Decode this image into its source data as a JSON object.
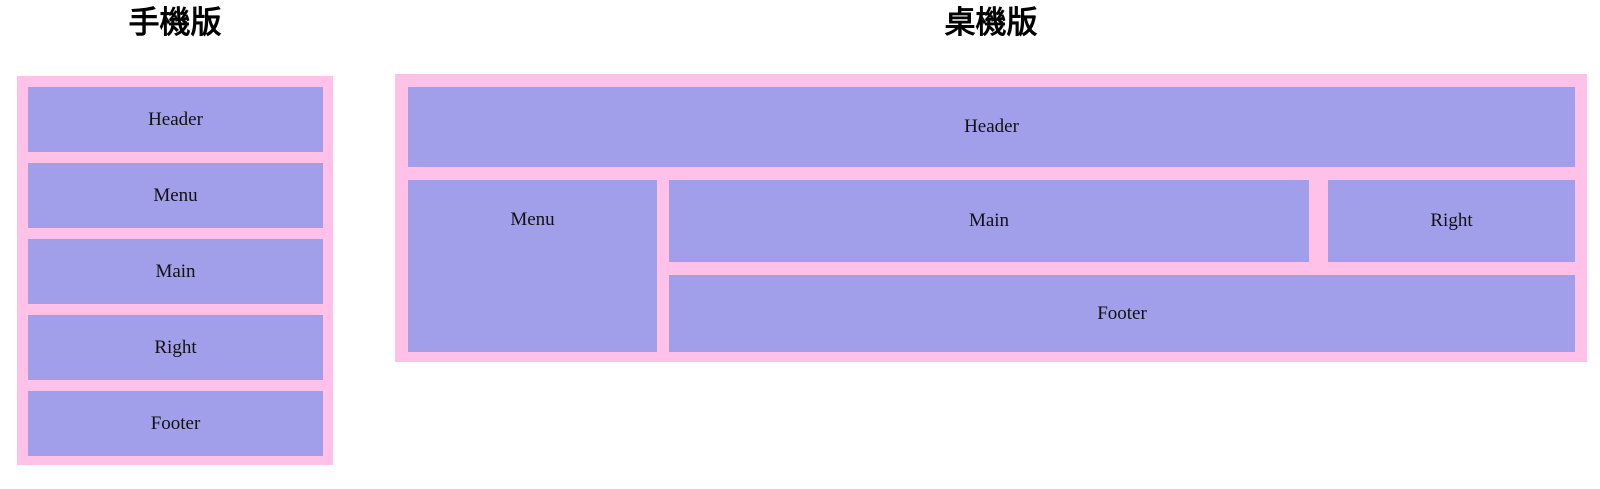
{
  "colors": {
    "container_pink": "#ffc1e8",
    "box_purple": "#a19fe9",
    "label_text": "#111111",
    "title_text": "#000000"
  },
  "mobile_panel": {
    "title": "手機版",
    "boxes": [
      {
        "label": "Header"
      },
      {
        "label": "Menu"
      },
      {
        "label": "Main"
      },
      {
        "label": "Right"
      },
      {
        "label": "Footer"
      }
    ]
  },
  "desktop_panel": {
    "title": "桌機版",
    "header_label": "Header",
    "menu_label": "Menu",
    "main_label": "Main",
    "right_label": "Right",
    "footer_label": "Footer"
  }
}
